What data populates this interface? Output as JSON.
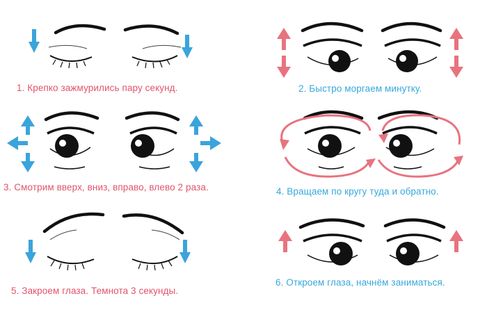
{
  "colors": {
    "pink_text": "#e2546a",
    "blue_text": "#36a8de",
    "blue_arrow": "#3aa4db",
    "red_arrow": "#e8737f",
    "ink": "#111111"
  },
  "steps": [
    {
      "text": "1. Крепко зажмурились пару секунд.",
      "eyes": "closed",
      "arrows": "down-blue"
    },
    {
      "text": "2. Быстро моргаем минутку.",
      "eyes": "open",
      "arrows": "updown-red"
    },
    {
      "text": "3. Смотрим вверх, вниз, вправо, влево 2 раза.",
      "eyes": "open",
      "arrows": "four-way-blue"
    },
    {
      "text": "4. Вращаем по кругу туда и обратно.",
      "eyes": "open",
      "arrows": "circular-red"
    },
    {
      "text": "5. Закроем глаза. Темнота 3 секунды.",
      "eyes": "closed",
      "arrows": "down-blue"
    },
    {
      "text": "6. Откроем глаза, начнём заниматься.",
      "eyes": "open",
      "arrows": "up-red"
    }
  ]
}
